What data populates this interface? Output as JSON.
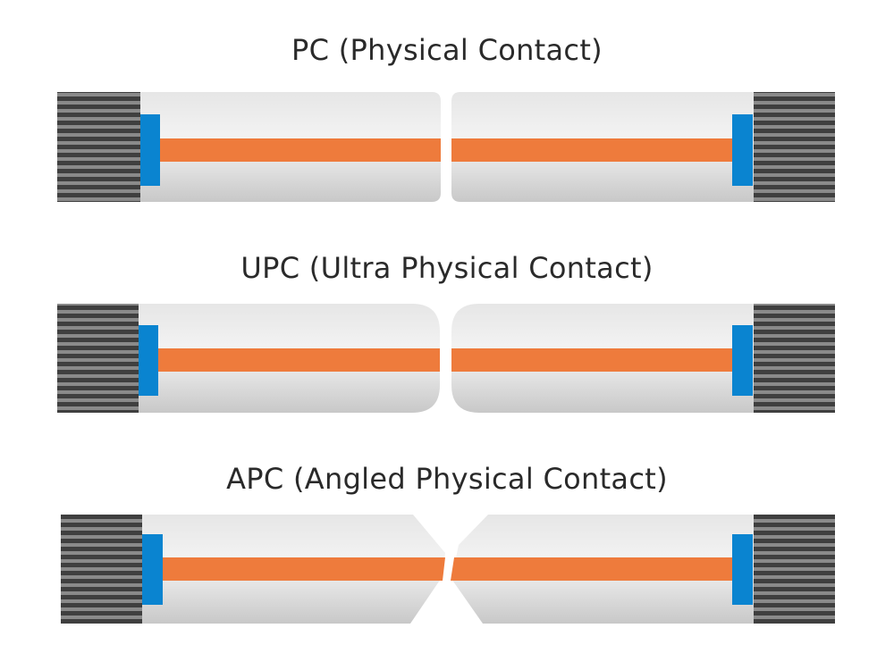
{
  "sections": [
    {
      "title": "PC (Physical Contact)",
      "end_face": "flat"
    },
    {
      "title": "UPC (Ultra Physical Contact)",
      "end_face": "domed"
    },
    {
      "title": "APC (Angled Physical Contact)",
      "end_face": "angled"
    }
  ],
  "colors": {
    "fiber": "#ee7b3c",
    "sleeve": "#0a84d0",
    "ferrule_light": "#ececec",
    "ferrule_dark": "#c9c9c9",
    "boot_dark": "#3f3f3f",
    "boot_light": "#8a8a8a",
    "text": "#2a2a2a"
  }
}
